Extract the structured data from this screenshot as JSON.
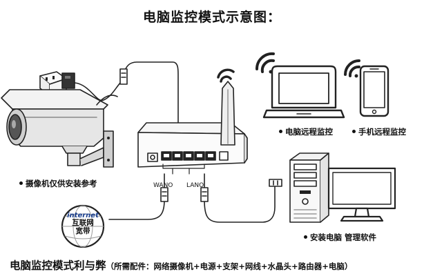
{
  "title": "电脑监控模式示意图：",
  "labels": {
    "pc_remote": "电脑远程监控",
    "phone_remote": "手机远程监控",
    "camera_note": "摄像机仅供安装参考",
    "install_pc": "安装电脑 管理软件",
    "wan_port": "WANO",
    "lan_port": "LANO"
  },
  "globe": {
    "line1": "internet",
    "line2": "互联网",
    "line3": "宽带"
  },
  "footer": {
    "heading": "电脑监控模式利与弊",
    "note": "（所需配件：网络摄像机+电源+支架+网线+水晶头+路由器+电脑）"
  },
  "colors": {
    "stroke": "#222222",
    "globe_text": "#1a3f8f"
  },
  "icons": [
    "power-outlet-icon",
    "power-adapter-icon",
    "bullet-camera-icon",
    "camera-bracket-icon",
    "wifi-router-icon",
    "antenna-icon",
    "wifi-signal-icon",
    "laptop-icon",
    "smartphone-icon",
    "desktop-tower-icon",
    "monitor-icon",
    "globe-icon",
    "rj45-plug-icon"
  ]
}
